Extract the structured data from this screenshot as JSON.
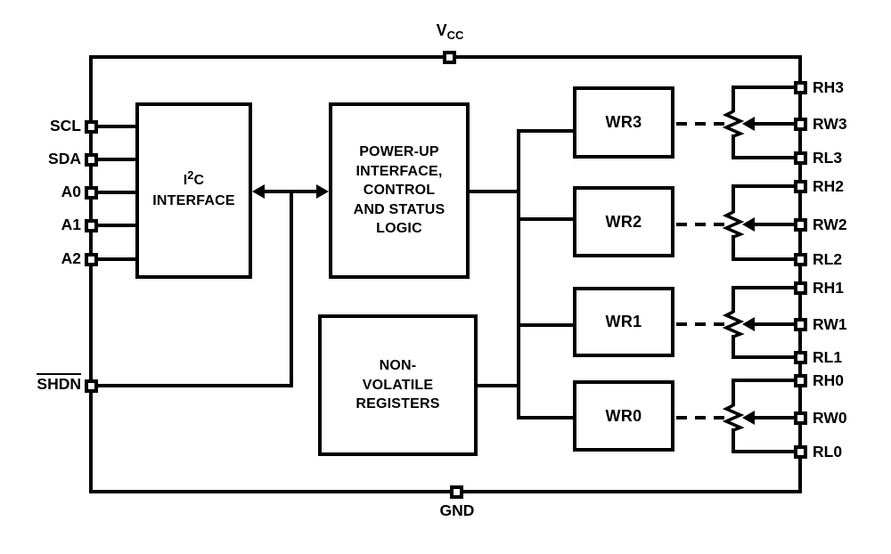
{
  "colors": {
    "line": "#000000",
    "background": "#ffffff"
  },
  "pins": {
    "vcc": {
      "base": "V",
      "sub": "CC"
    },
    "gnd": "GND",
    "left": [
      "SCL",
      "SDA",
      "A0",
      "A1",
      "A2"
    ],
    "shdn": "SHDN",
    "right_groups": [
      {
        "rh": "RH3",
        "rw": "RW3",
        "rl": "RL3"
      },
      {
        "rh": "RH2",
        "rw": "RW2",
        "rl": "RL2"
      },
      {
        "rh": "RH1",
        "rw": "RW1",
        "rl": "RL1"
      },
      {
        "rh": "RH0",
        "rw": "RW0",
        "rl": "RL0"
      }
    ]
  },
  "blocks": {
    "i2c": {
      "pre": "I",
      "sup": "2",
      "post": "C",
      "line2": "INTERFACE"
    },
    "powerup": [
      "POWER-UP",
      "INTERFACE,",
      "CONTROL",
      "AND STATUS",
      "LOGIC"
    ],
    "nv": [
      "NON-",
      "VOLATILE",
      "REGISTERS"
    ],
    "wr": [
      "WR3",
      "WR2",
      "WR1",
      "WR0"
    ]
  }
}
